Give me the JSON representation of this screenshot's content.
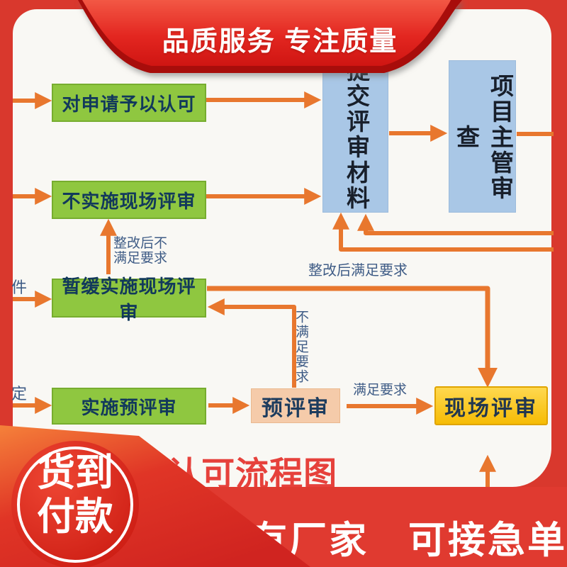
{
  "top_banner": {
    "text": "品质服务 专注质量"
  },
  "flowchart": {
    "title": "CNAS认可流程图",
    "boxes": {
      "approve": {
        "label": "对申请予以认可"
      },
      "no_onsite": {
        "label": "不实施现场评审"
      },
      "suspend": {
        "label": "暂缓实施现场评审"
      },
      "pre_impl": {
        "label": "实施预评审"
      },
      "submit": {
        "label": "提交评审材料"
      },
      "supervisor": {
        "label": "项目主管审查"
      },
      "preview": {
        "label": "预评审"
      },
      "onsite": {
        "label": "现场评审"
      }
    },
    "edge_labels": {
      "rectify_fail": "整改后不\n满足要求",
      "rectify_pass": "整改后满足要求",
      "fail_vertical": "不满足要求",
      "pass": "满足要求",
      "left_fragment_top": "件",
      "left_fragment_bottom": "定"
    }
  },
  "badge": {
    "line1": "货到",
    "line2": "付款"
  },
  "bottom_banner": {
    "text": "自有厂家　可接急单"
  },
  "colors": {
    "frame_red": "#d9382d",
    "banner_red": "#e03a30",
    "ribbon_red_top": "#f25744",
    "ribbon_red_bottom": "#cf1512",
    "box_green": "#8fc740",
    "box_blue": "#a9c7e6",
    "box_peach": "#f5cbaa",
    "box_gold": "#f6bc05",
    "arrow_orange": "#e8772e",
    "box_text_navy": "#12395b",
    "label_blue": "#3f5c86",
    "title_red": "#e6413b"
  }
}
